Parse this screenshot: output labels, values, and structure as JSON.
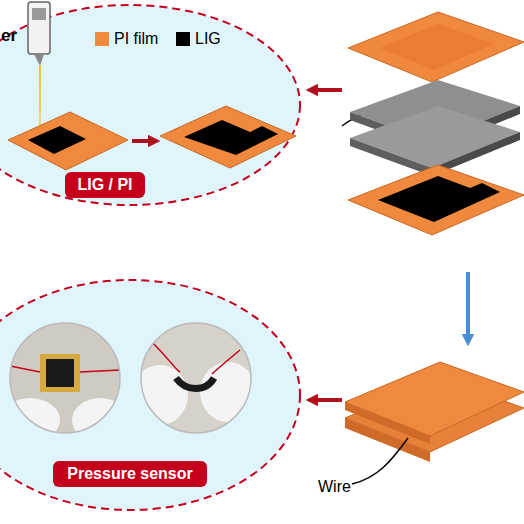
{
  "diagram": {
    "nodes": [
      {
        "text": [
          "LIG / PI"
        ]
      },
      {
        "text": [
          "Pressure sensor"
        ]
      }
    ],
    "labels": [
      "er",
      "Wire"
    ],
    "legend": [
      {
        "text": "PI film",
        "color": "#f0883e"
      },
      {
        "text": "LIG",
        "color": "#000000"
      }
    ]
  }
}
